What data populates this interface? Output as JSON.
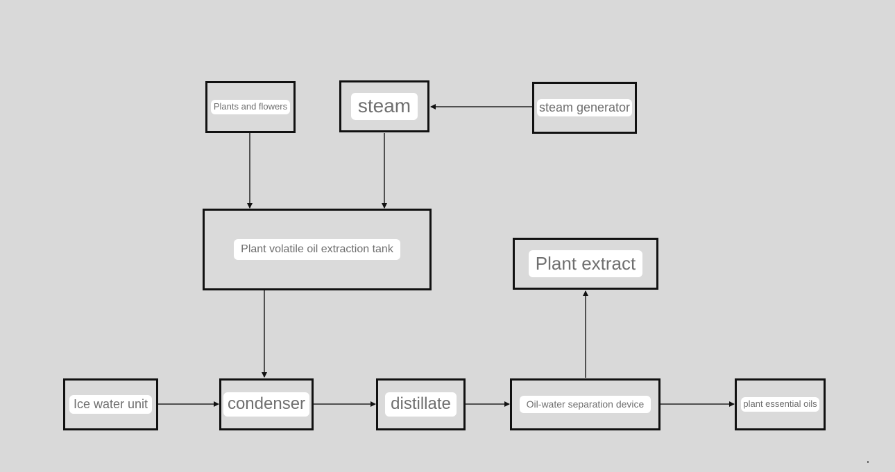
{
  "diagram": {
    "nodes": {
      "plants_and_flowers": "Plants and flowers",
      "steam": "steam",
      "steam_generator": "steam generator",
      "extraction_tank": "Plant volatile oil extraction tank",
      "plant_extract": "Plant extract",
      "ice_water_unit": "Ice water unit",
      "condenser": "condenser",
      "distillate": "distillate",
      "oil_water_separation": "Oil-water separation device",
      "plant_essential_oils": "plant essential oils"
    },
    "edges": [
      {
        "from": "steam generator",
        "to": "steam"
      },
      {
        "from": "Plants and flowers",
        "to": "Plant volatile oil extraction tank"
      },
      {
        "from": "steam",
        "to": "Plant volatile oil extraction tank"
      },
      {
        "from": "Plant volatile oil extraction tank",
        "to": "condenser"
      },
      {
        "from": "Ice water unit",
        "to": "condenser"
      },
      {
        "from": "condenser",
        "to": "distillate"
      },
      {
        "from": "distillate",
        "to": "Oil-water separation device"
      },
      {
        "from": "Oil-water separation device",
        "to": "Plant extract"
      },
      {
        "from": "Oil-water separation device",
        "to": "plant essential oils"
      }
    ],
    "colors": {
      "background": "#d9d9d9",
      "border": "#111111",
      "label_bg": "#ffffff",
      "label_text": "#6f6f6f"
    }
  }
}
